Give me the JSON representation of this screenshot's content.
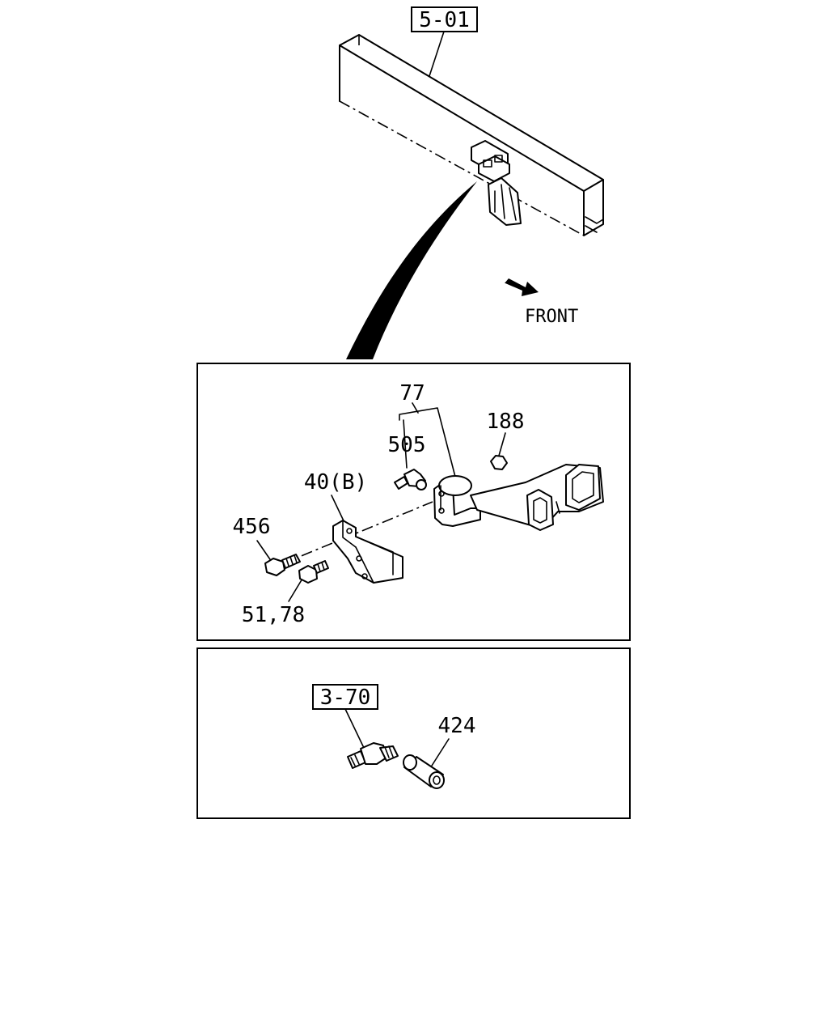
{
  "references": {
    "frame_ref": "5-01",
    "hose_ref": "3-70"
  },
  "direction_label": "FRONT",
  "callouts": {
    "p77": "77",
    "p188": "188",
    "p505": "505",
    "p40b": "40(B)",
    "p456": "456",
    "p51_78": "51,78",
    "p424": "424"
  },
  "icons": [
    "front-arrow-icon"
  ]
}
